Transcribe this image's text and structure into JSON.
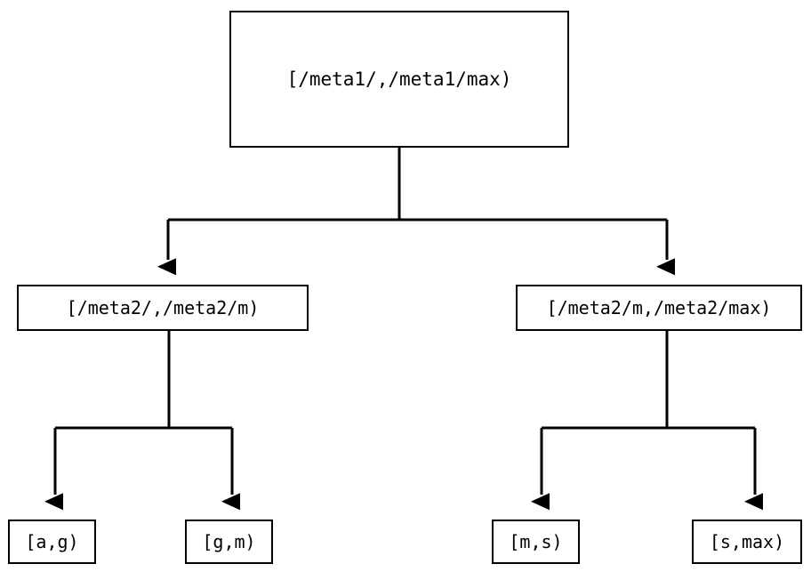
{
  "diagram": {
    "type": "tree",
    "title": "",
    "background_color": "#ffffff",
    "line_color": "#000000",
    "text_color": "#000000",
    "nodes": {
      "root": {
        "label": "[/meta1/,/meta1/max)"
      },
      "mid_left": {
        "label": "[/meta2/,/meta2/m)"
      },
      "mid_right": {
        "label": "[/meta2/m,/meta2/max)"
      },
      "leaf_ag": {
        "label": "[a,g)"
      },
      "leaf_gm": {
        "label": "[g,m)"
      },
      "leaf_ms": {
        "label": "[m,s)"
      },
      "leaf_smax": {
        "label": "[s,max)"
      }
    },
    "edges": [
      {
        "from": "root",
        "to": "mid_left",
        "arrow": "down-triangle"
      },
      {
        "from": "root",
        "to": "mid_right",
        "arrow": "down-triangle"
      },
      {
        "from": "mid_left",
        "to": "leaf_ag",
        "arrow": "down-triangle"
      },
      {
        "from": "mid_left",
        "to": "leaf_gm",
        "arrow": "down-triangle"
      },
      {
        "from": "mid_right",
        "to": "leaf_ms",
        "arrow": "down-triangle"
      },
      {
        "from": "mid_right",
        "to": "leaf_smax",
        "arrow": "down-triangle"
      }
    ]
  }
}
